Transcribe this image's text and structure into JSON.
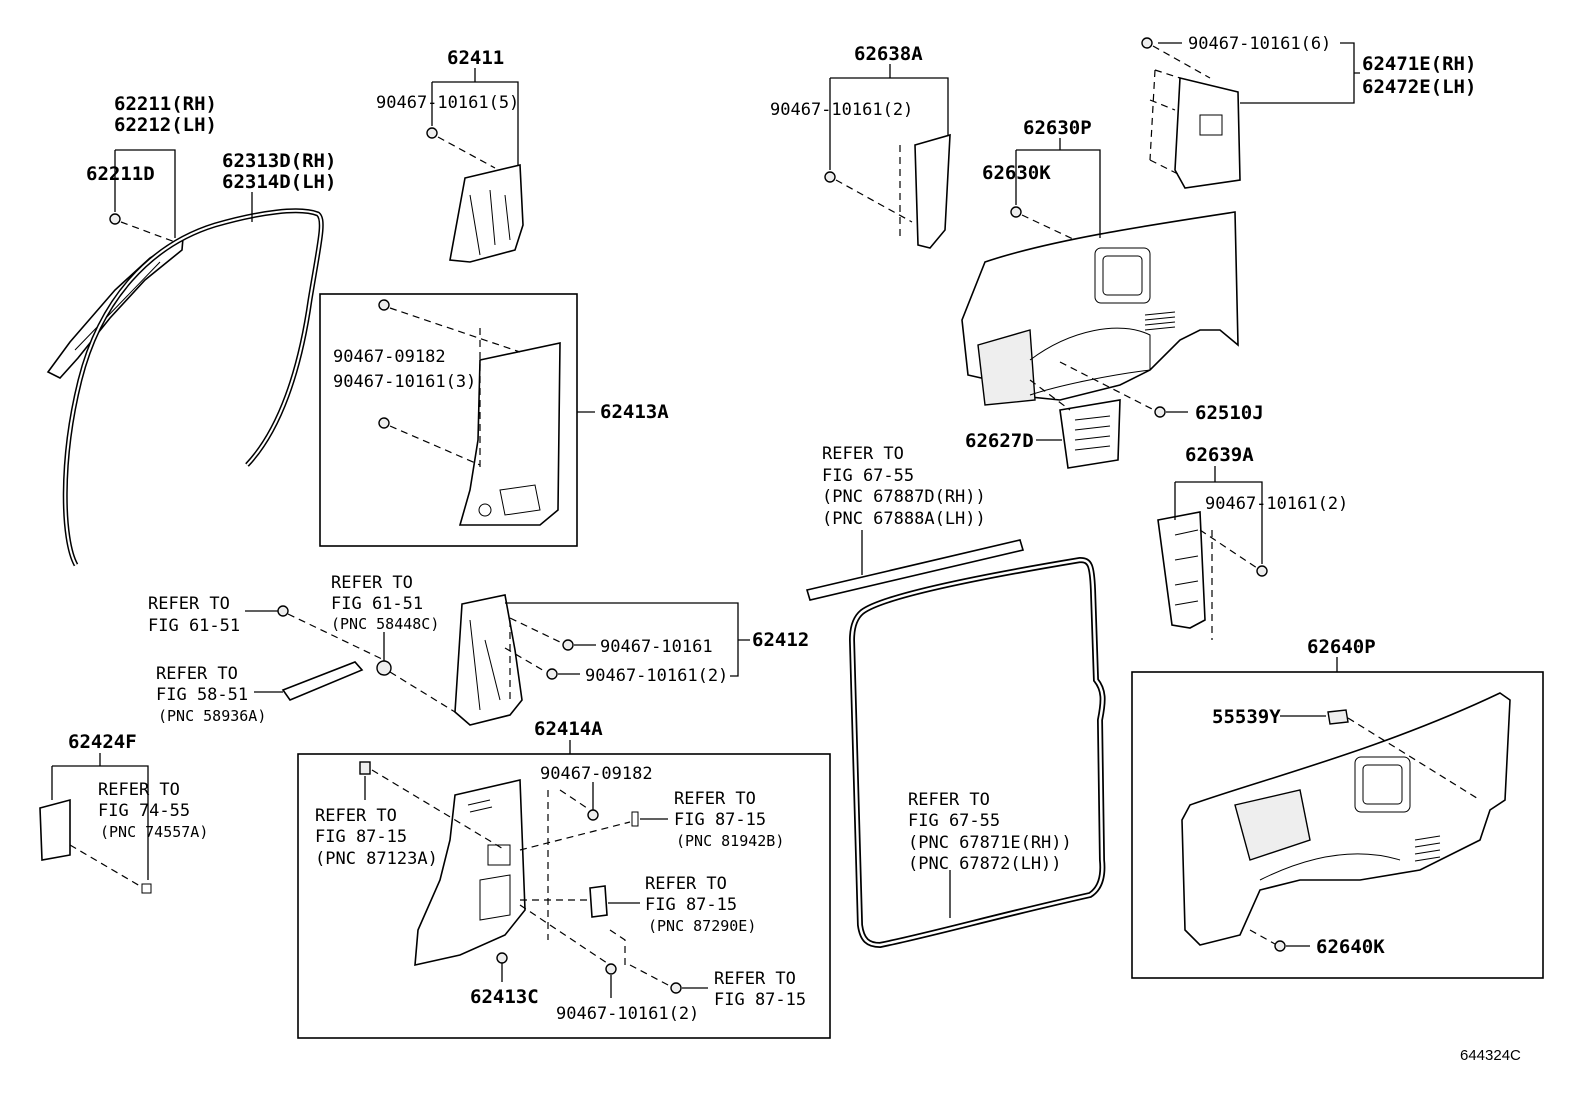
{
  "diagram_id": "644324C",
  "labels": {
    "p62411": "62411",
    "p62411_clip": "90467-10161(5)",
    "p62211_rh": "62211(RH)",
    "p62212_lh": "62212(LH)",
    "p62211d": "62211D",
    "p62313d_rh": "62313D(RH)",
    "p62314d_lh": "62314D(LH)",
    "box1_clip_a": "90467-09182",
    "box1_clip_b": "90467-10161(3)",
    "p62413a": "62413A",
    "p62638a": "62638A",
    "p62638a_clip": "90467-10161(2)",
    "p62630p": "62630P",
    "p62630k": "62630K",
    "p62471e_top_clip": "90467-10161(6)",
    "p62471e_rh": "62471E(RH)",
    "p62472e_lh": "62472E(LH)",
    "p62510j": "62510J",
    "p62627d": "62627D",
    "p62639a": "62639A",
    "p62639a_clip": "90467-10161(2)",
    "ref_67_55_top": [
      "REFER TO",
      "FIG 67-55",
      "(PNC 67887D(RH))",
      "(PNC 67888A(LH))"
    ],
    "ref_61_51_a": [
      "REFER TO",
      "FIG 61-51"
    ],
    "ref_61_51_b": [
      "REFER TO",
      "FIG 61-51",
      "(PNC 58448C)"
    ],
    "ref_58_51": [
      "REFER TO",
      "FIG 58-51",
      "(PNC 58936A)"
    ],
    "p62412": "62412",
    "p62412_clip_a": "90467-10161",
    "p62412_clip_b": "90467-10161(2)",
    "p62424f": "62424F",
    "ref_74_55": [
      "REFER TO",
      "FIG 74-55",
      "(PNC 74557A)"
    ],
    "p62414a": "62414A",
    "box2_clip_a": "90467-09182",
    "ref_87_15_a": [
      "REFER TO",
      "FIG 87-15",
      "(PNC 87123A)"
    ],
    "ref_87_15_b": [
      "REFER TO",
      "FIG 87-15",
      "(PNC 81942B)"
    ],
    "ref_87_15_c": [
      "REFER TO",
      "FIG 87-15",
      "(PNC 87290E)"
    ],
    "ref_87_15_d": [
      "REFER TO",
      "FIG 87-15"
    ],
    "p62413c": "62413C",
    "box2_clip_b": "90467-10161(2)",
    "ref_67_55_bottom": [
      "REFER TO",
      "FIG 67-55",
      "(PNC 67871E(RH))",
      "(PNC 67872(LH))"
    ],
    "p62640p": "62640P",
    "p55539y": "55539Y",
    "p62640k": "62640K"
  }
}
